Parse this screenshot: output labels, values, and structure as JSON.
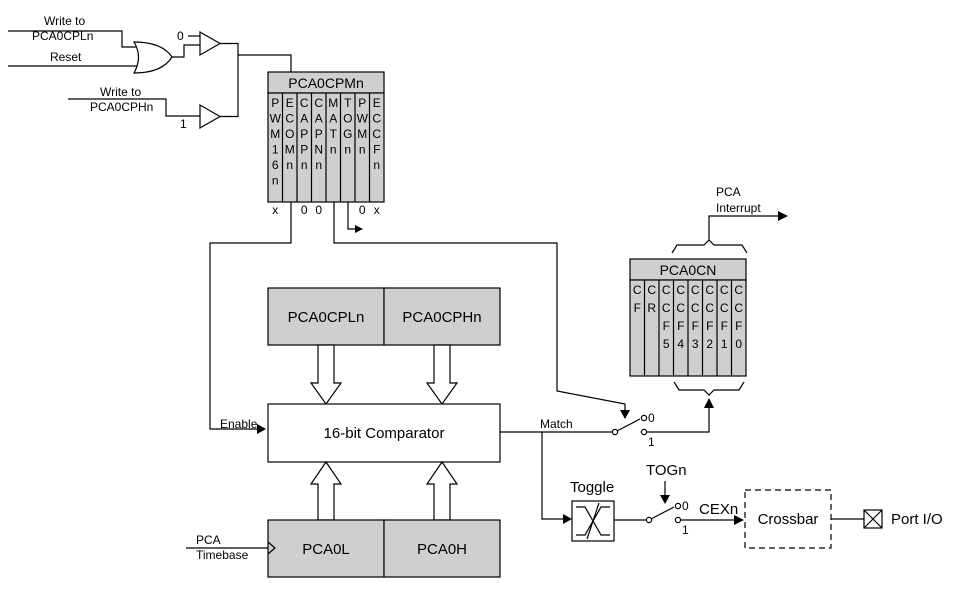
{
  "labels": {
    "write_cpl": [
      "Write to",
      "PCA0CPLn"
    ],
    "reset": "Reset",
    "write_cph": [
      "Write to",
      "PCA0CPHn"
    ],
    "const_0": "0",
    "const_1": "1",
    "pca_interrupt": [
      "PCA",
      "Interrupt"
    ],
    "enable": "Enable",
    "match": "Match",
    "toggle": "Toggle",
    "togn": "TOGn",
    "cexn": "CEXn",
    "pca_timebase": [
      "PCA",
      "Timebase"
    ],
    "port_io": "Port I/O",
    "sw1_0": "0",
    "sw1_1": "1",
    "sw2_0": "0",
    "sw2_1": "1"
  },
  "pca0cpmn": {
    "title": "PCA0CPMn",
    "bits": [
      [
        "P",
        "W",
        "M",
        "1",
        "6",
        "n"
      ],
      [
        "E",
        "C",
        "O",
        "M",
        "n"
      ],
      [
        "C",
        "A",
        "P",
        "P",
        "n"
      ],
      [
        "C",
        "A",
        "P",
        "N",
        "n"
      ],
      [
        "M",
        "A",
        "T",
        "n"
      ],
      [
        "T",
        "O",
        "G",
        "n"
      ],
      [
        "P",
        "W",
        "M",
        "n"
      ],
      [
        "E",
        "C",
        "C",
        "F",
        "n"
      ]
    ],
    "below": [
      "x",
      "",
      "0",
      "0",
      "",
      "",
      "0",
      "x"
    ]
  },
  "pca0cn": {
    "title": "PCA0CN",
    "bits": [
      [
        "C",
        "F"
      ],
      [
        "C",
        "R"
      ],
      [
        "C",
        "C",
        "F",
        "5"
      ],
      [
        "C",
        "C",
        "F",
        "4"
      ],
      [
        "C",
        "C",
        "F",
        "3"
      ],
      [
        "C",
        "C",
        "F",
        "2"
      ],
      [
        "C",
        "C",
        "F",
        "1"
      ],
      [
        "C",
        "C",
        "F",
        "0"
      ]
    ]
  },
  "blocks": {
    "cpl": "PCA0CPLn",
    "cph": "PCA0CPHn",
    "comparator": "16-bit Comparator",
    "pca0l": "PCA0L",
    "pca0h": "PCA0H",
    "crossbar": "Crossbar"
  }
}
